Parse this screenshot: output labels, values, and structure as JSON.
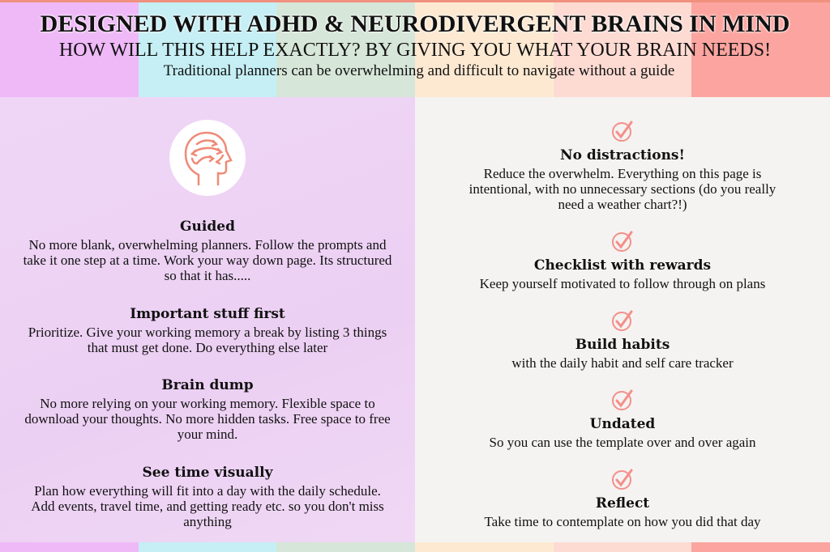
{
  "header": {
    "title": "DESIGNED WITH ADHD & NEURODIVERGENT BRAINS IN MIND",
    "subtitle": "HOW WILL THIS HELP EXACTLY? BY GIVING YOU WHAT YOUR BRAIN NEEDS!",
    "tagline": "Traditional planners can be overwhelming and difficult to navigate without a guide"
  },
  "colors": {
    "accent": "#f0907e",
    "stripes": [
      "#efb9f8",
      "#c5eff5",
      "#d6e6d8",
      "#fde9d2",
      "#fddbd3",
      "#fca5a0"
    ]
  },
  "left": [
    {
      "title": "Guided",
      "text": "No more blank, overwhelming planners. Follow the prompts and take it one step at a time. Work your way down page. Its structured so that it has....."
    },
    {
      "title": "Important stuff first",
      "text": "Prioritize. Give your working memory a break  by listing 3 things that must get done. Do everything else later"
    },
    {
      "title": "Brain dump",
      "text": "No more relying on your working memory. Flexible space to download your thoughts. No more hidden tasks. Free space to free your mind."
    },
    {
      "title": "See time visually",
      "text": "Plan how everything will fit into a day with the daily schedule. Add events, travel time, and getting ready etc. so you don't miss anything"
    }
  ],
  "right": [
    {
      "title": "No distractions!",
      "text": "Reduce the overwhelm. Everything on this page is intentional, with no unnecessary sections (do you really need a weather chart?!)"
    },
    {
      "title": "Checklist with rewards",
      "text": "Keep yourself motivated to follow through on plans"
    },
    {
      "title": "Build habits",
      "text": "with the daily habit and self care tracker"
    },
    {
      "title": "Undated",
      "text": "So you can use the template over and over again"
    },
    {
      "title": "Reflect",
      "text": "Take time to contemplate on how you did that day"
    }
  ]
}
